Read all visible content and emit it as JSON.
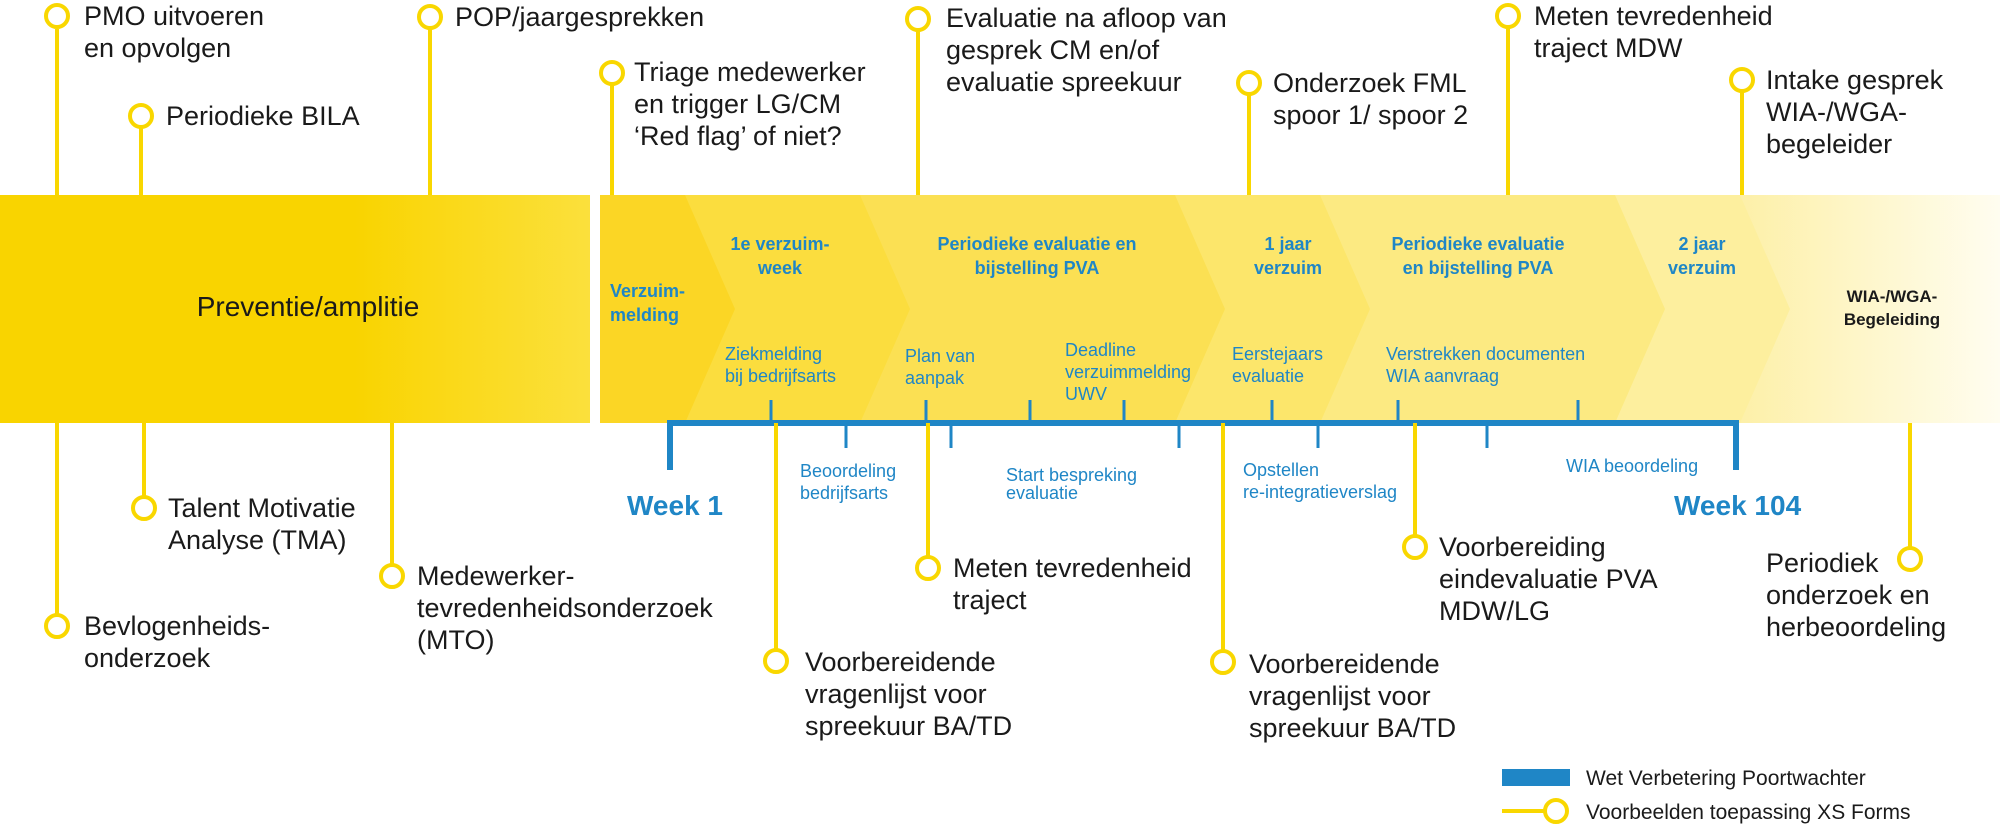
{
  "prevention": "Preventie/amplitie",
  "phases": [
    [
      "Verzuim-",
      "melding"
    ],
    [
      "1e verzuim-",
      "week"
    ],
    [
      "Periodieke evaluatie en",
      "bijstelling PVA"
    ],
    [
      "1 jaar",
      "verzuim"
    ],
    [
      "Periodieke evaluatie",
      "en bijstelling PVA"
    ],
    [
      "2 jaar",
      "verzuim"
    ],
    [
      "WIA-/WGA-",
      "Begeleiding"
    ]
  ],
  "top_items": [
    [
      "PMO uitvoeren",
      "en opvolgen"
    ],
    [
      "Periodieke BILA"
    ],
    [
      "POP/jaargesprekken"
    ],
    [
      "Triage medewerker",
      "en trigger LG/CM",
      "‘Red flag’ of niet?"
    ],
    [
      "Evaluatie na afloop van",
      "gesprek CM en/of",
      "evaluatie spreekuur"
    ],
    [
      "Onderzoek FML",
      "spoor 1/ spoor 2"
    ],
    [
      "Meten tevredenheid",
      "traject MDW"
    ],
    [
      "Intake gesprek",
      "WIA-/WGA-",
      "begeleider"
    ]
  ],
  "bottom_items": [
    [
      "Talent Motivatie",
      "Analyse (TMA)"
    ],
    [
      "Bevlogenheids-",
      "onderzoek"
    ],
    [
      "Medewerker-",
      "tevredenheidsonderzoek",
      "(MTO)"
    ],
    [
      "Voorbereidende",
      "vragenlijst voor",
      "spreekuur BA/TD"
    ],
    [
      "Meten tevredenheid",
      "traject"
    ],
    [
      "Voorbereidende",
      "vragenlijst voor",
      "spreekuur BA/TD"
    ],
    [
      "Voorbereiding",
      "eindevaluatie PVA",
      "MDW/LG"
    ],
    [
      "Periodiek",
      "onderzoek en",
      "herbeoordeling"
    ]
  ],
  "milestones_above": [
    [
      "Ziekmelding",
      "bij bedrijfsarts"
    ],
    [
      "Plan van",
      "aanpak"
    ],
    [
      "Deadline",
      "verzuimmelding",
      "UWV"
    ],
    [
      "Eerstejaars",
      "evaluatie"
    ],
    [
      "Verstrekken documenten",
      "WIA  aanvraag"
    ]
  ],
  "milestones_below": [
    [
      "Beoordeling",
      "bedrijfsarts"
    ],
    [
      "Start  bespreking",
      "evaluatie"
    ],
    [
      "Opstellen",
      "re-integratieverslag"
    ],
    [
      "WIA  beoordeling"
    ]
  ],
  "week_start": "Week 1",
  "week_end": "Week 104",
  "legend": [
    "Wet Verbetering Poortwachter",
    "Voorbeelden toepassing XS Forms"
  ],
  "colors": {
    "yellow": "#f9d700",
    "blue": "#1f86c6",
    "text": "#1a1a1a"
  }
}
